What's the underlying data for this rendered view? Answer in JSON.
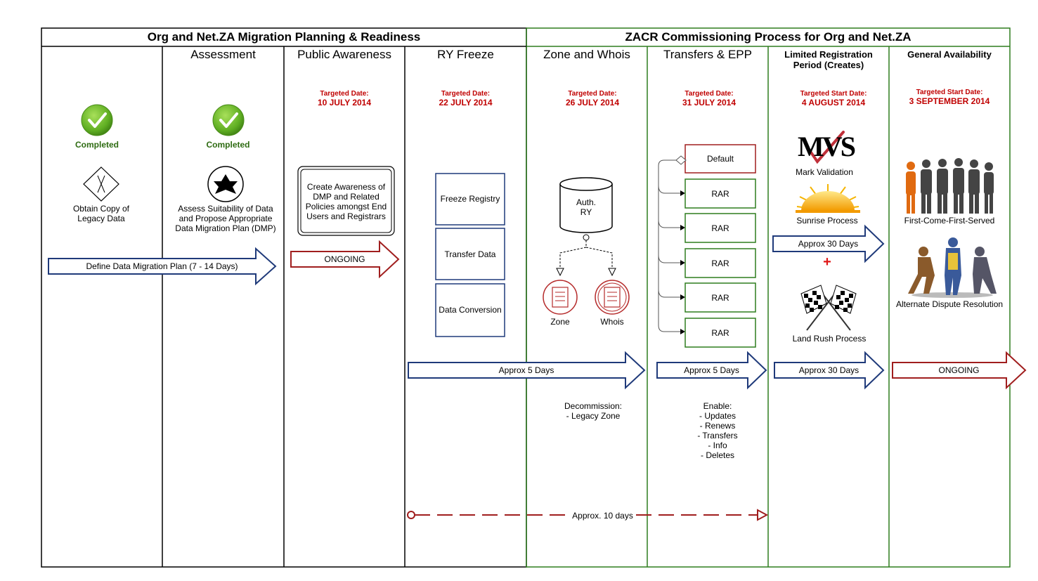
{
  "headers": {
    "left": "Org and Net.ZA Migration Planning & Readiness",
    "right": "ZACR Commissioning Process for Org and Net.ZA"
  },
  "columns": [
    {
      "title": ""
    },
    {
      "title": "Assessment"
    },
    {
      "title": "Public Awareness",
      "target_label": "Targeted  Date:",
      "target_date": "10 JULY 2014"
    },
    {
      "title": "RY Freeze",
      "target_label": "Targeted  Date:",
      "target_date": "22 JULY 2014"
    },
    {
      "title": "Zone and Whois",
      "target_label": "Targeted  Date:",
      "target_date": "26 JULY 2014"
    },
    {
      "title": "Transfers & EPP",
      "target_label": "Targeted  Date:",
      "target_date": "31 JULY 2014"
    },
    {
      "title": "Limited Registration Period (Creates)",
      "title_line1": "Limited Registration",
      "title_line2": "Period (Creates)",
      "target_label": "Targeted Start Date:",
      "target_date": "4 AUGUST 2014"
    },
    {
      "title": "General Availability",
      "target_label": "Targeted Start Date:",
      "target_date": "3 SEPTEMBER 2014"
    }
  ],
  "col1": {
    "status": "Completed",
    "task_line1": "Obtain Copy of",
    "task_line2": "Legacy Data"
  },
  "col2": {
    "status": "Completed",
    "task_line1": "Assess Suitability of Data",
    "task_line2": "and Propose Appropriate",
    "task_line3": "Data Migration Plan (DMP)"
  },
  "col3": {
    "box_line1": "Create Awareness of",
    "box_line2": "DMP and Related",
    "box_line3": "Policies amongst End",
    "box_line4": "Users and Registrars"
  },
  "col4": {
    "boxes": [
      "Freeze Registry",
      "Transfer Data",
      "Data Conversion"
    ]
  },
  "col5": {
    "db_line1": "Auth.",
    "db_line2": "RY",
    "zone": "Zone",
    "whois": "Whois",
    "note_line1": "Decommission:",
    "note_line2": "- Legacy Zone"
  },
  "col6": {
    "default": "Default",
    "rar": [
      "RAR",
      "RAR",
      "RAR",
      "RAR",
      "RAR"
    ],
    "note": [
      "Enable:",
      "- Updates",
      "- Renews",
      "- Transfers",
      "- Info",
      "- Deletes"
    ]
  },
  "col7": {
    "logo_text": "MVS",
    "mark_validation": "Mark Validation",
    "sunrise": "Sunrise Process",
    "approx_top": "Approx 30 Days",
    "plus": "+",
    "landrush": "Land Rush Process"
  },
  "col8": {
    "fcfs": "First-Come-First-Served",
    "adr": "Alternate Dispute Resolution"
  },
  "arrows": {
    "define_plan": "Define Data Migration Plan (7 - 14 Days)",
    "ongoing_awareness": "ONGOING",
    "approx5_a": "Approx 5 Days",
    "approx5_b": "Approx 5 Days",
    "approx30_bottom": "Approx 30 Days",
    "ongoing_ga": "ONGOING",
    "approx10": "Approx. 10 days"
  },
  "colors": {
    "blue_arrow": "#1f3a7a",
    "red_arrow": "#a01e1e",
    "green_border": "#2e7d1e",
    "target_red": "#c00000",
    "check_green": "#6cbf2a"
  }
}
